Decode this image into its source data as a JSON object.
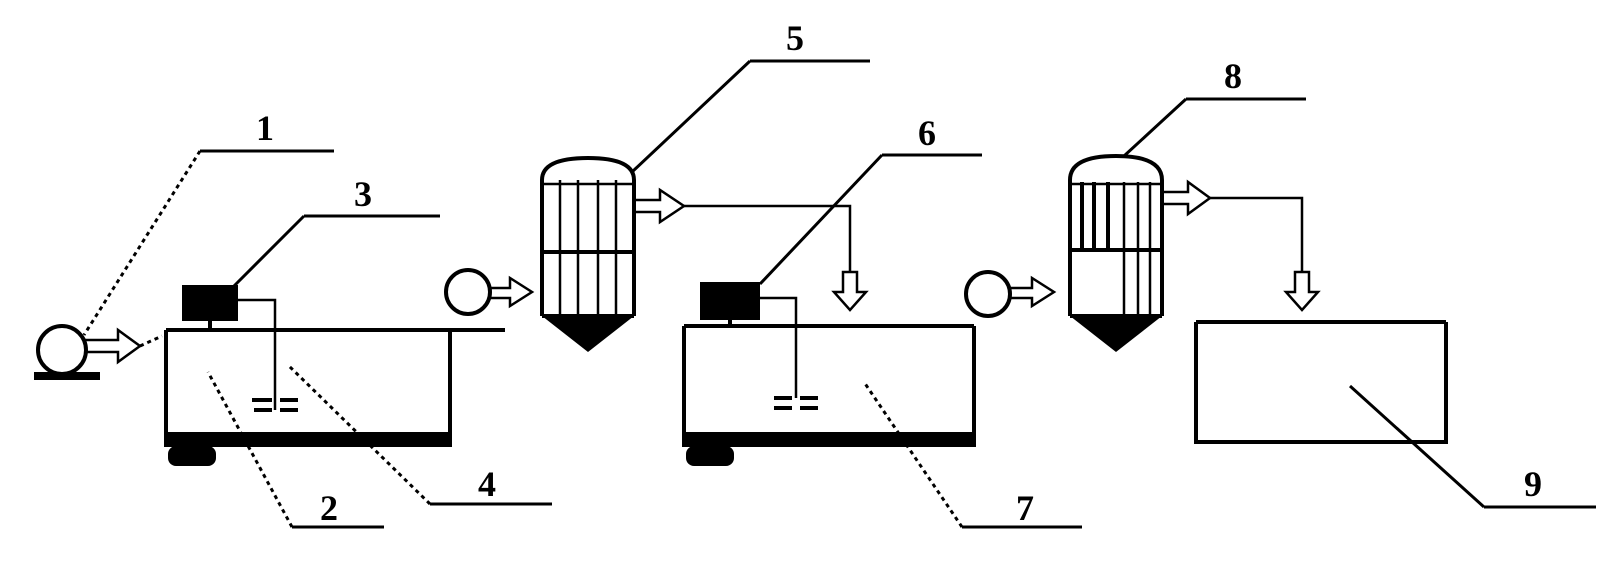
{
  "labels": {
    "n1": "1",
    "n2": "2",
    "n3": "3",
    "n4": "4",
    "n5": "5",
    "n6": "6",
    "n7": "7",
    "n8": "8",
    "n9": "9"
  },
  "colors": {
    "ink": "#000000",
    "background": "#ffffff"
  }
}
